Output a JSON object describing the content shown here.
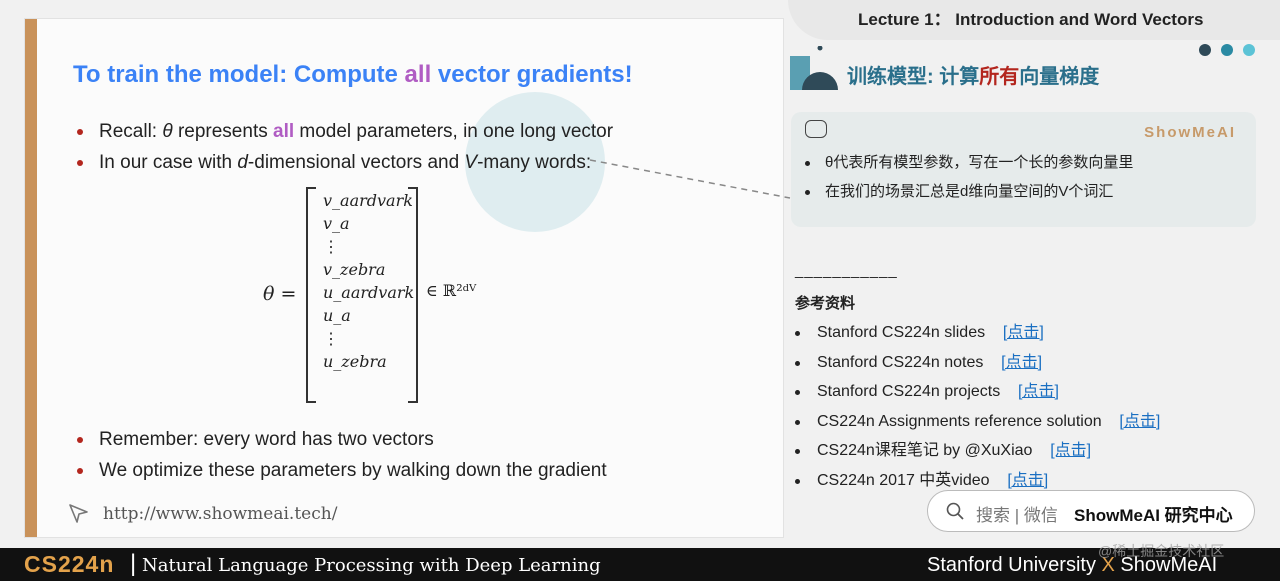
{
  "slide": {
    "title_part1": "To train the model: Compute ",
    "title_highlight": "all",
    "title_part2": " vector gradients!",
    "bullet1_a": "Recall: ",
    "bullet1_theta": "θ",
    "bullet1_b": " represents ",
    "bullet1_all": "all",
    "bullet1_c": " model parameters, in one long vector",
    "bullet2_a": "In our case with ",
    "bullet2_d": "d",
    "bullet2_b": "-dimensional vectors and ",
    "bullet2_v": "V",
    "bullet2_c": "-many words:",
    "formula": {
      "lhs": "θ =",
      "entries": [
        "v_aardvark",
        "v_a",
        "⋮",
        "v_zebra",
        "u_aardvark",
        "u_a",
        "⋮",
        "u_zebra"
      ],
      "set": "∈ ℝ²ᵈⱽ"
    },
    "bullet3": "Remember: every word has two vectors",
    "bullet4": "We optimize these parameters by walking down the gradient",
    "url": "http://www.showmeai.tech/"
  },
  "panel": {
    "lecture_title": "Lecture 1： Introduction and Word Vectors",
    "cn_title_a": "训练模型: 计算",
    "cn_title_red": "所有",
    "cn_title_b": "向量梯度",
    "brand": "ShowMeAI",
    "notes": [
      "θ代表所有模型参数，写在一个长的参数向量里",
      "在我们的场景汇总是d维向量空间的V个词汇"
    ],
    "separator": "___________",
    "references_title": "参考资料",
    "references": [
      {
        "label": "Stanford CS224n slides",
        "link": "[点击]"
      },
      {
        "label": "Stanford CS224n notes",
        "link": "[点击]"
      },
      {
        "label": "Stanford CS224n projects",
        "link": "[点击]"
      },
      {
        "label": "CS224n Assignments reference solution",
        "link": "[点击]"
      },
      {
        "label": "CS224n课程笔记 by @XuXiao",
        "link": "[点击]"
      },
      {
        "label": "CS224n 2017 中英video",
        "link": "[点击]"
      }
    ],
    "search_placeholder": "搜索 | 微信",
    "search_brand": "ShowMeAI 研究中心"
  },
  "footer": {
    "course": "CS224n",
    "pipe": "|",
    "subtitle": "Natural Language Processing with Deep Learning",
    "uni_a": "Stanford University ",
    "uni_x": "X",
    "uni_b": " ShowMeAI"
  },
  "watermark": "@稀土掘金技术社区",
  "colors": {
    "accent_blue": "#3b82f6",
    "highlight_purple": "#b05cc3",
    "teal_title": "#2a6f8b",
    "orange": "#e3a24b",
    "red": "#b3261e"
  }
}
